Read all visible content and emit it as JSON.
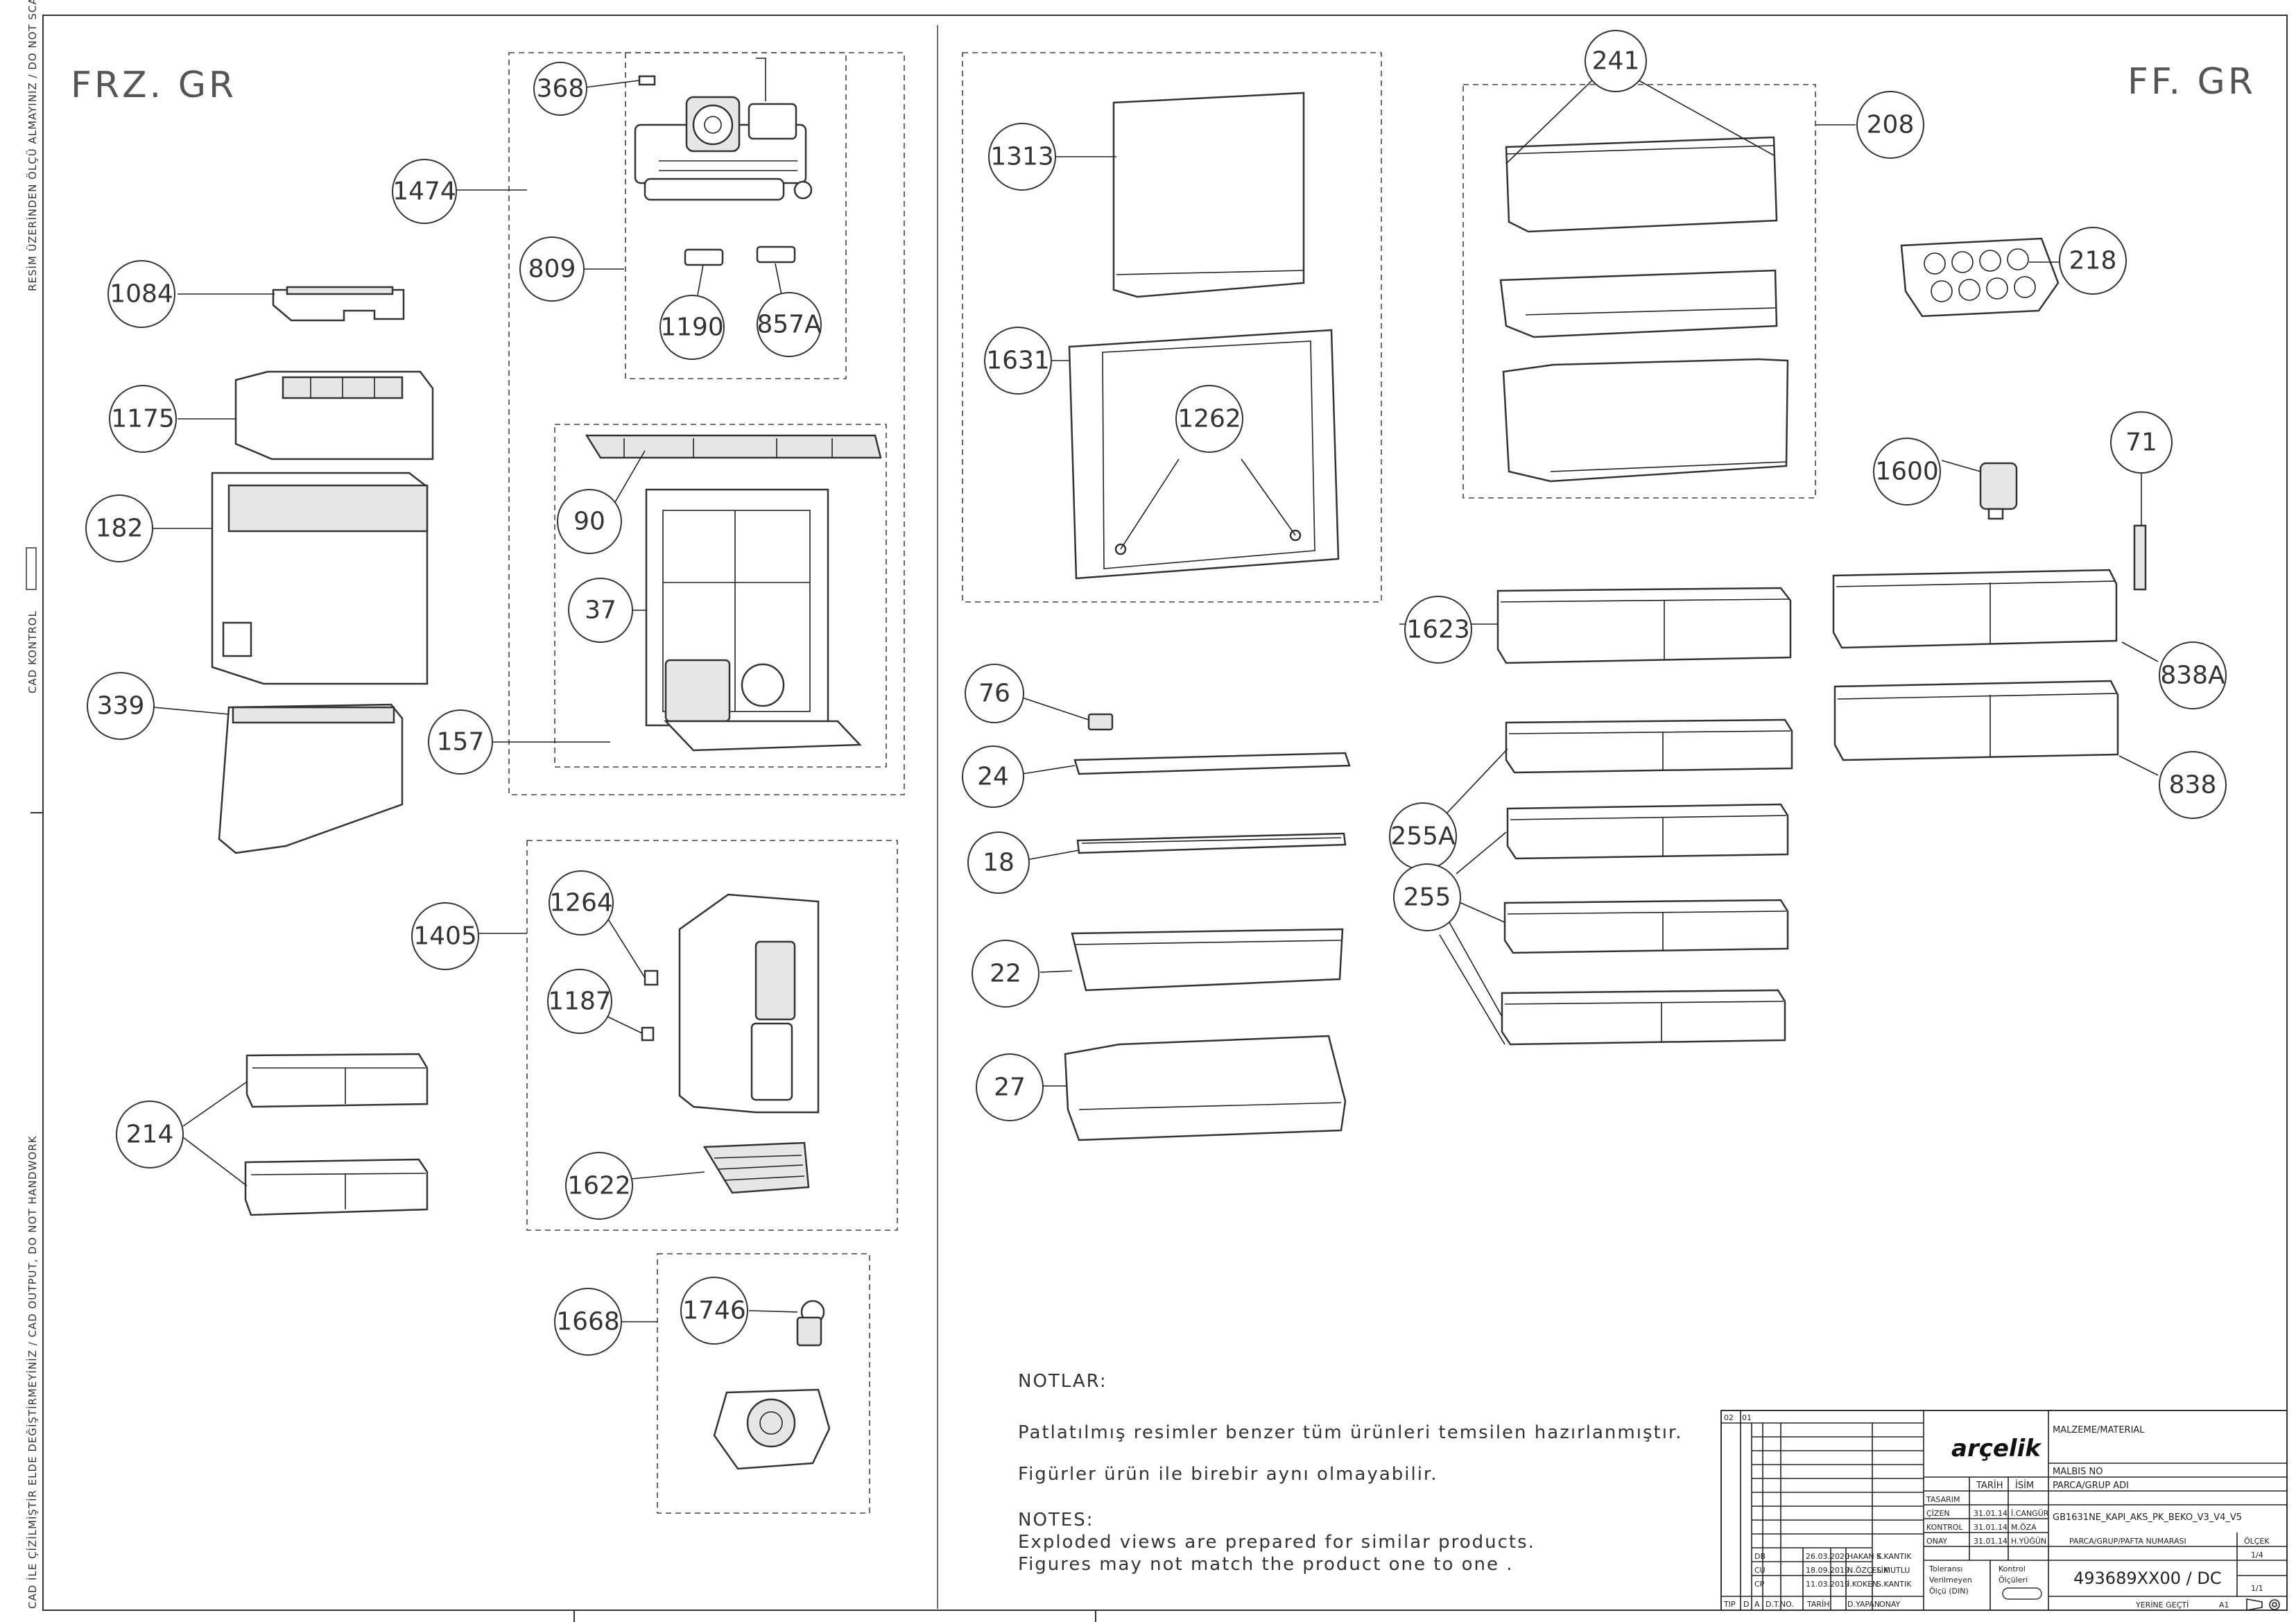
{
  "sections": {
    "freezer": "FRZ. GR",
    "fridge": "FF. GR"
  },
  "side_texts": {
    "top": "RESİM ÜZERİNDEN ÖLÇÜ ALMAYINIZ / DO NOT SCALE",
    "middle": "CAD KONTROL",
    "bottom": "CAD İLE ÇİZİLMİŞTİR ELDE DEĞİŞTİRMEYİNİZ / CAD OUTPUT, DO NOT HANDWORK"
  },
  "labels": {
    "p368": "368",
    "p1474": "1474",
    "p809": "809",
    "p1190": "1190",
    "p857A": "857A",
    "p1084": "1084",
    "p1175": "1175",
    "p182": "182",
    "p339": "339",
    "p90": "90",
    "p37": "37",
    "p157": "157",
    "p1405": "1405",
    "p1264": "1264",
    "p1187": "1187",
    "p1622": "1622",
    "p214": "214",
    "p1668": "1668",
    "p1746": "1746",
    "p1313": "1313",
    "p1631": "1631",
    "p1262": "1262",
    "p76": "76",
    "p24": "24",
    "p18": "18",
    "p22": "22",
    "p27": "27",
    "p241": "241",
    "p208": "208",
    "p218": "218",
    "p1600": "1600",
    "p71": "71",
    "p1623": "1623",
    "p838A": "838A",
    "p838": "838",
    "p255A": "255A",
    "p255": "255"
  },
  "notes": {
    "heading_tr": "NOTLAR:",
    "line_tr_1": "Patlatılmış  resimler benzer tüm ürünleri temsilen  hazırlanmıştır.",
    "line_tr_2": "Figürler ürün ile birebir aynı olmayabilir.",
    "heading_en": "NOTES:",
    "line_en_1": "Exploded views are prepared for similar products.",
    "line_en_2": "Figures  may not match the product one to one ."
  },
  "title_block": {
    "brand": "arçelik",
    "rev_a": "02",
    "rev_b": "01",
    "material_label": "MALZEME/MATERIAL",
    "malbis_label": "MALBIS NO",
    "part_name_label": "PARCA/GRUP ADI",
    "part_name": "GB1631NE_KAPI_AKS_PK_BEKO_V3_V4_V5",
    "date_header": "TARİH",
    "name_header": "İSİM",
    "design_label": "TASARIM",
    "drawn_label": "ÇİZEN",
    "drawn_date": "31.01.14",
    "drawn_name": "İ.CANGÜR",
    "check_label": "KONTROL",
    "check_date": "31.01.14",
    "check_name": "M.ÖZA",
    "approve_label": "ONAY",
    "approve_date": "31.01.14",
    "approve_name": "H.YÜĞÜN",
    "number_label": "PARCA/GRUP/PAFTA NUMARASI",
    "number": "493689XX00 / DC",
    "scale_label": "ÖLÇEK",
    "scale": "1/4",
    "sheet": "1/1",
    "sheet_format": "A1",
    "replaces_label": "YERİNE GEÇTİ",
    "tolerance_1": "Toleransı",
    "tolerance_2": "Verilmeyen",
    "tolerance_3": "Ölçü (DIN)",
    "control_1": "Kontrol",
    "control_2": "Ölçüleri",
    "rev_rows": [
      {
        "code": "DB",
        "date": "26.03.2020",
        "by": "HAKAN K.",
        "check": "S.KANTIK"
      },
      {
        "code": "CU",
        "date": "18.09.2019",
        "by": "N.ÖZÇELİK",
        "check": "S.MUTLU"
      },
      {
        "code": "CP",
        "date": "11.03.2019",
        "by": "İ.KOKEN",
        "check": "S.KANTIK"
      }
    ],
    "footer": [
      "TIP",
      "D",
      "A",
      "D.T.NO.",
      "TARİH",
      "D.YAPAN",
      "ONAY"
    ]
  }
}
